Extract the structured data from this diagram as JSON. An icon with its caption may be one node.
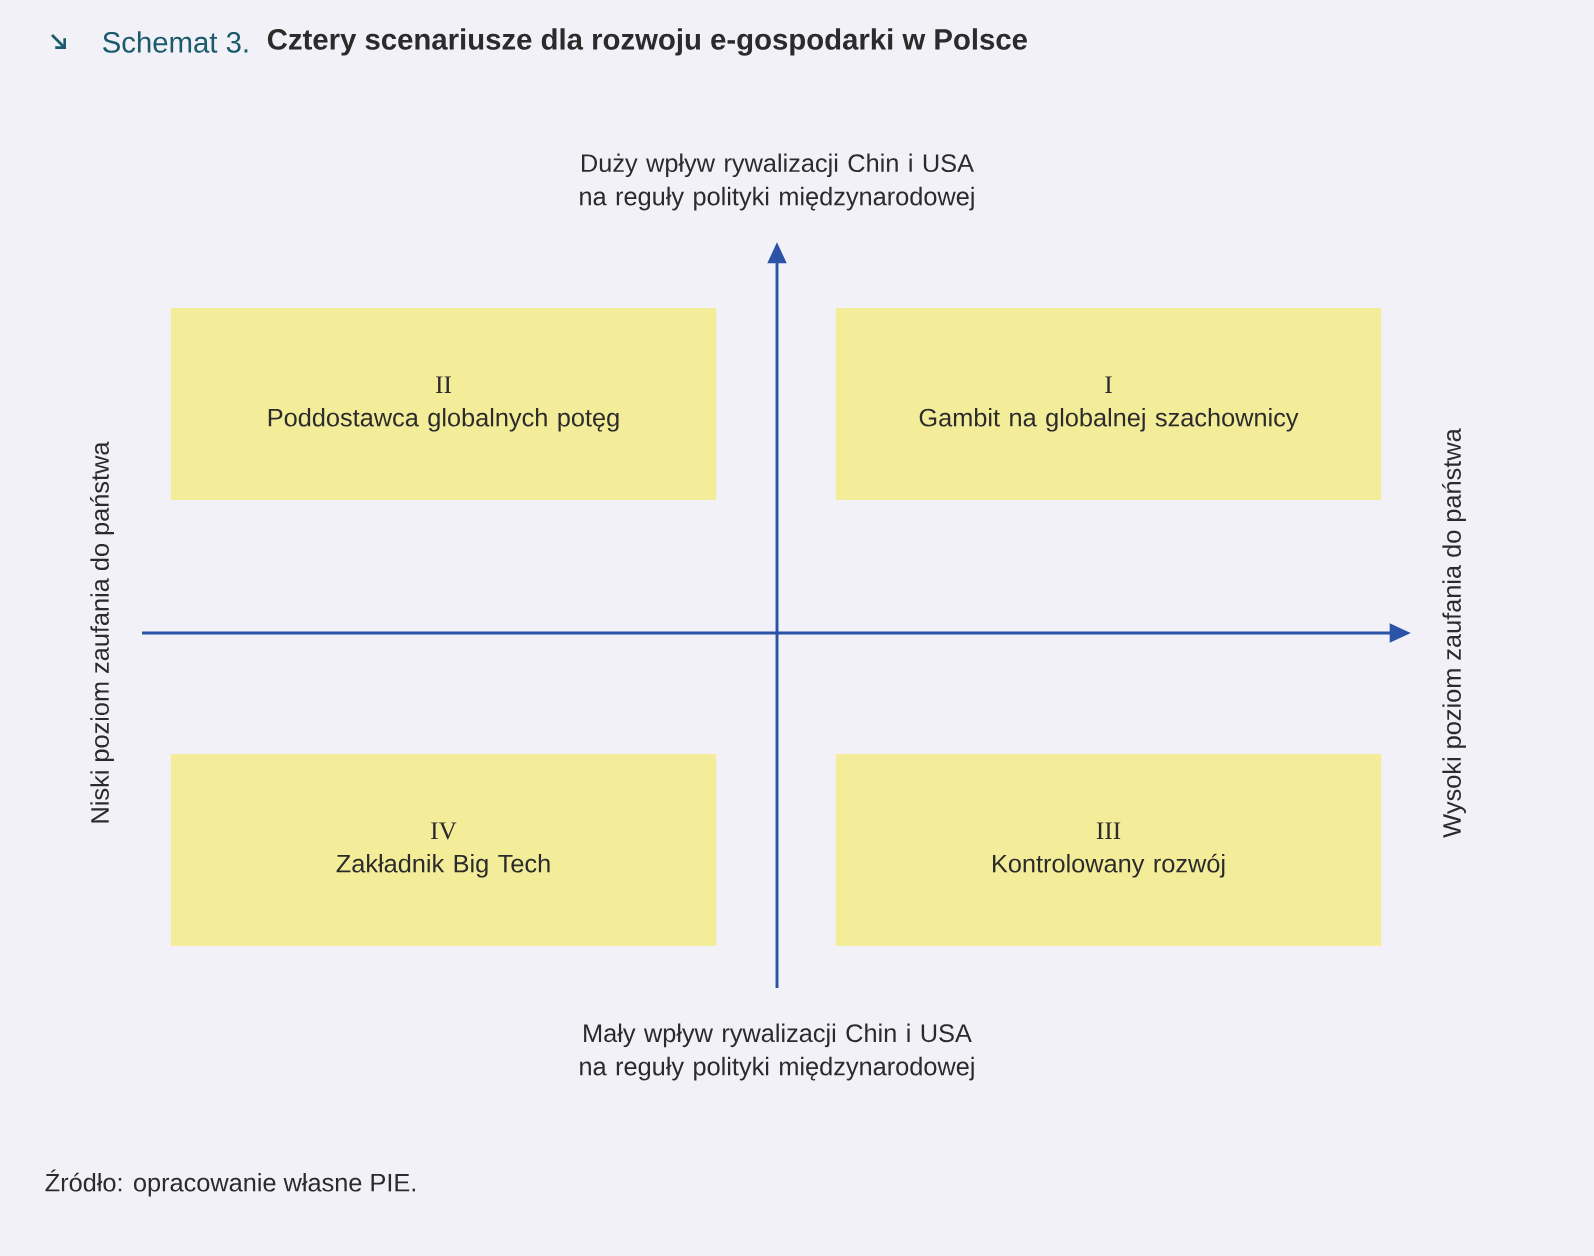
{
  "diagram": {
    "title": "Cztery scenariusze dla rozwoju e-gospodarki w Polsce",
    "caption": "Źródło: opracowanie własne PIE.",
    "nodes": [
      {
        "text": [
          "II",
          "Poddostawca globalnych potęg"
        ]
      },
      {
        "text": [
          "I",
          "Gambit na globalnej szachownicy"
        ]
      },
      {
        "text": [
          "IV",
          "Zakładnik Big Tech"
        ]
      },
      {
        "text": [
          "III",
          "Kontrolowany rozwój"
        ]
      }
    ],
    "edges": [],
    "labels": [
      "Schemat 3.",
      "Duży wpływ rywalizacji Chin i USA na reguły polityki międzynarodowej",
      "Niski poziom zaufania do państwa",
      "Wysoki poziom zaufania do państwa",
      "Mały wpływ rywalizacji Chin i USA na reguły polityki międzynarodowej"
    ]
  }
}
